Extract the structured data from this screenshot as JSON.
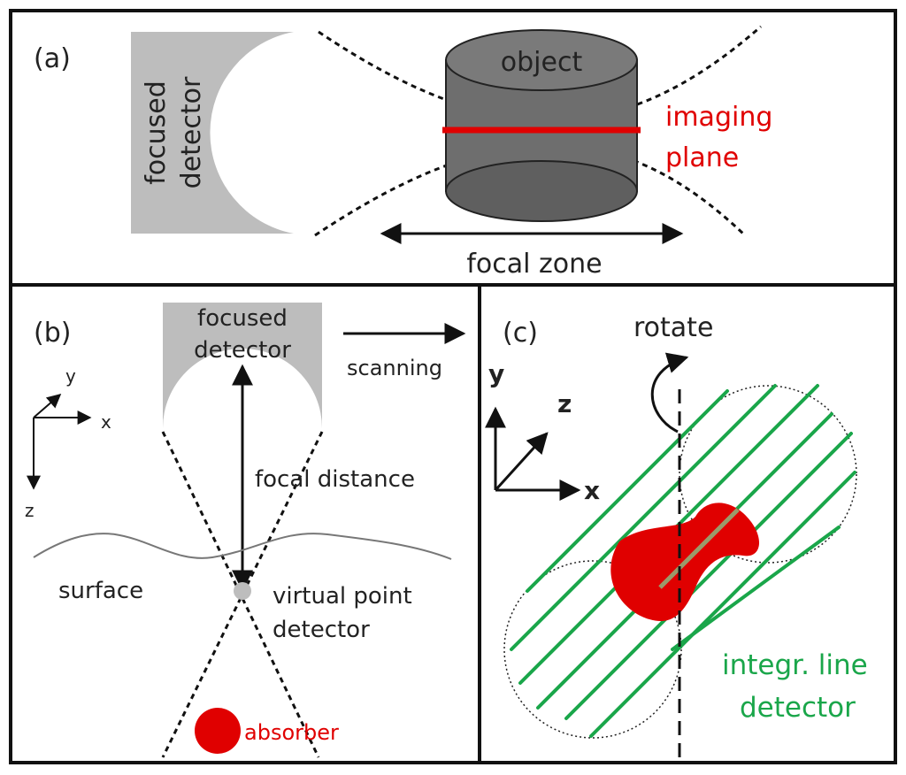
{
  "panel_a": {
    "label": "(a)",
    "detector_label_line1": "focused",
    "detector_label_line2": "detector",
    "object_label": "object",
    "imaging_plane_line1": "imaging",
    "imaging_plane_line2": "plane",
    "focal_zone_label": "focal zone"
  },
  "panel_b": {
    "label": "(b)",
    "detector_label_line1": "focused",
    "detector_label_line2": "detector",
    "scanning_label": "scanning",
    "axis_y": "y",
    "axis_x": "x",
    "axis_z": "z",
    "focal_distance_label": "focal distance",
    "surface_label": "surface",
    "virtual_point_line1": "virtual point",
    "virtual_point_line2": "detector",
    "absorber_label": "absorber"
  },
  "panel_c": {
    "label": "(c)",
    "rotate_label": "rotate",
    "axis_y": "y",
    "axis_z": "z",
    "axis_x": "x",
    "line_detector_line1": "integr. line",
    "line_detector_line2": "detector"
  },
  "colors": {
    "red": "#e00000",
    "green": "#1aa64a",
    "gray_detector": "#bdbdbd",
    "object_gray": "#6e6e6e"
  }
}
